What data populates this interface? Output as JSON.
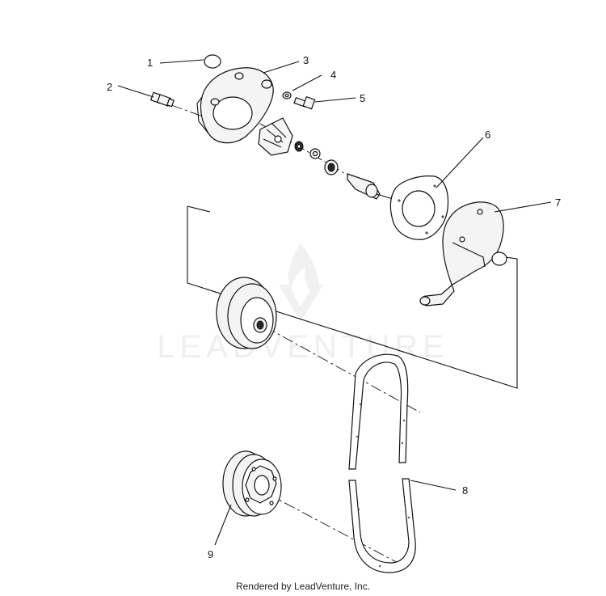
{
  "watermark": {
    "text": "LEADVENTURE"
  },
  "footer": {
    "text": "Rendered by LeadVenture, Inc."
  },
  "callouts": [
    {
      "id": "1",
      "label": "1"
    },
    {
      "id": "2",
      "label": "2"
    },
    {
      "id": "3",
      "label": "3"
    },
    {
      "id": "4",
      "label": "4"
    },
    {
      "id": "5",
      "label": "5"
    },
    {
      "id": "6",
      "label": "6"
    },
    {
      "id": "7",
      "label": "7"
    },
    {
      "id": "8",
      "label": "8"
    },
    {
      "id": "9",
      "label": "9"
    }
  ]
}
